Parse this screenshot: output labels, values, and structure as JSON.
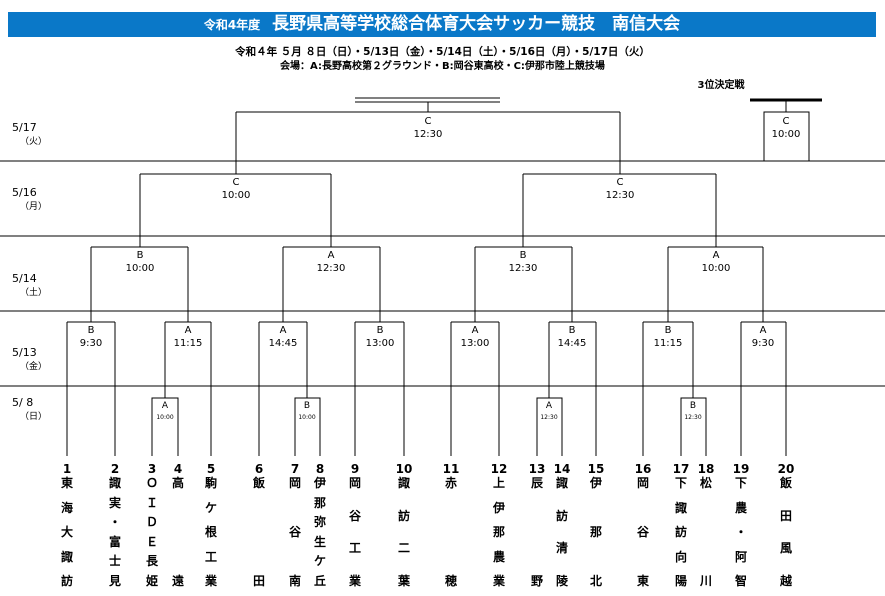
{
  "header": {
    "title_prefix": "令和4年度",
    "title": "長野県高等学校総合体育大会サッカー競技　南信大会",
    "dates": "令和４年 ５月 ８日（日）・5/13日（金）・5/14日（土）・5/16日（月）・5/17日（火）",
    "venue": "会場：A:長野高校第２グラウンド・B:岡谷東高校・C:伊那市陸上競技場",
    "third_place": "3位決定戦"
  },
  "days": [
    "5/17",
    "5/16",
    "5/14",
    "5/13",
    "5/ 8"
  ],
  "weekdays": [
    "（火）",
    "（月）",
    "（土）",
    "（金）",
    "（日）"
  ],
  "matches": [
    {
      "v": "C",
      "t": "12:30"
    },
    {
      "v": "C",
      "t": "10:00"
    },
    {
      "v": "C",
      "t": "10:00"
    },
    {
      "v": "C",
      "t": "12:30"
    },
    {
      "v": "B",
      "t": "10:00"
    },
    {
      "v": "A",
      "t": "12:30"
    },
    {
      "v": "B",
      "t": "12:30"
    },
    {
      "v": "A",
      "t": "10:00"
    },
    {
      "v": "B",
      "t": "9:30"
    },
    {
      "v": "A",
      "t": "11:15"
    },
    {
      "v": "A",
      "t": "14:45"
    },
    {
      "v": "B",
      "t": "13:00"
    },
    {
      "v": "A",
      "t": "13:00"
    },
    {
      "v": "B",
      "t": "14:45"
    },
    {
      "v": "B",
      "t": "11:15"
    },
    {
      "v": "A",
      "t": "9:30"
    },
    {
      "v": "A",
      "t": "10:00"
    },
    {
      "v": "B",
      "t": "10:00"
    },
    {
      "v": "A",
      "t": "12:30"
    },
    {
      "v": "B",
      "t": "12:30"
    }
  ],
  "teams": [
    {
      "n": "1",
      "name": "東海大諏訪"
    },
    {
      "n": "2",
      "name": "諏実・富士見"
    },
    {
      "n": "3",
      "name": "ＯＩＤＥ長姫"
    },
    {
      "n": "4",
      "name": "高遠"
    },
    {
      "n": "5",
      "name": "駒ケ根工業"
    },
    {
      "n": "6",
      "name": "飯田"
    },
    {
      "n": "7",
      "name": "岡谷南"
    },
    {
      "n": "8",
      "name": "伊那弥生ケ丘"
    },
    {
      "n": "9",
      "name": "岡谷工業"
    },
    {
      "n": "10",
      "name": "諏訪二葉"
    },
    {
      "n": "11",
      "name": "赤穂"
    },
    {
      "n": "12",
      "name": "上伊那農業"
    },
    {
      "n": "13",
      "name": "辰野"
    },
    {
      "n": "14",
      "name": "諏訪清陵"
    },
    {
      "n": "15",
      "name": "伊那北"
    },
    {
      "n": "16",
      "name": "岡谷東"
    },
    {
      "n": "17",
      "name": "下諏訪向陽"
    },
    {
      "n": "18",
      "name": "松川"
    },
    {
      "n": "19",
      "name": "下農・阿智"
    },
    {
      "n": "20",
      "name": "飯田風越"
    }
  ]
}
